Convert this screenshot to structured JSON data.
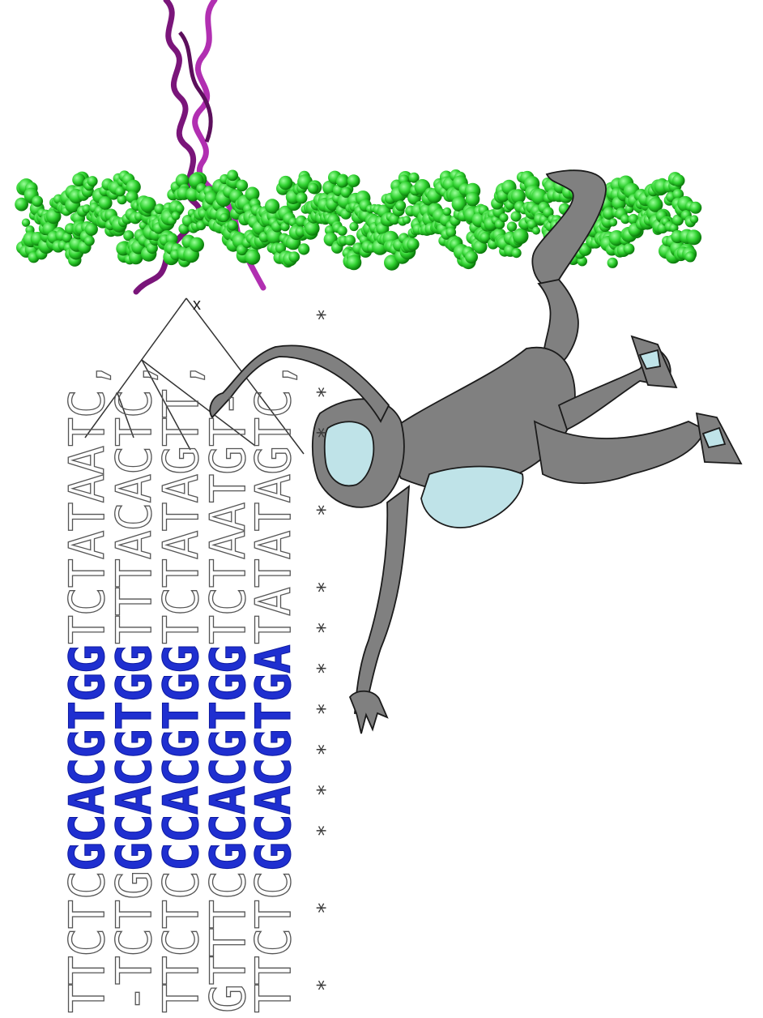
{
  "alignment": {
    "rows": [
      {
        "left": "TTCT",
        "mid": "C",
        "motif": "GCACGTGG",
        "right": "TCTATAATC",
        "end": ","
      },
      {
        "left": "-TCT",
        "mid": "G",
        "motif": "GCACGTGG",
        "right": "TTTACACTC",
        "end": ","
      },
      {
        "left": "TTCT",
        "mid": "C",
        "motif": "CCACGTGG",
        "right": "TCTATAGTT",
        "end": ","
      },
      {
        "left": "GTTT",
        "mid": "C",
        "motif": "GCACGTGG",
        "right": "TCTAATGT-",
        "end": ""
      },
      {
        "left": "TTCT",
        "mid": "C",
        "motif": "GCACGTGA",
        "right": "TATATAGTC",
        "end": ","
      }
    ],
    "conservation": "* *    ******* *  **   *"
  },
  "tree": {
    "root_label": "x"
  },
  "colors": {
    "motif": "#1f2fd0",
    "dna": "#2fd12f",
    "protein": "#a020a0",
    "monkey_body": "#808080",
    "monkey_light": "#bfe3e8"
  },
  "icons": {
    "dna": "dna-helix-icon",
    "protein": "protein-helix-icon",
    "monkey": "monkey-icon"
  }
}
